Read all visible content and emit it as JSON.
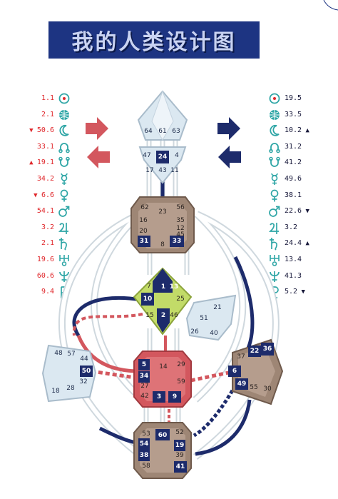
{
  "header": {
    "title": "我的人类设计图"
  },
  "design_column": {
    "rows": [
      {
        "planet": "sun-icon",
        "value": "1.1",
        "arrow": ""
      },
      {
        "planet": "earth-icon",
        "value": "2.1",
        "arrow": ""
      },
      {
        "planet": "moon-icon",
        "value": "50.6",
        "arrow": "▼"
      },
      {
        "planet": "north-node-icon",
        "value": "33.1",
        "arrow": ""
      },
      {
        "planet": "south-node-icon",
        "value": "19.1",
        "arrow": "▲"
      },
      {
        "planet": "mercury-icon",
        "value": "34.2",
        "arrow": ""
      },
      {
        "planet": "venus-icon",
        "value": "6.6",
        "arrow": "▼"
      },
      {
        "planet": "mars-icon",
        "value": "54.1",
        "arrow": ""
      },
      {
        "planet": "jupiter-icon",
        "value": "3.2",
        "arrow": ""
      },
      {
        "planet": "saturn-icon",
        "value": "2.1",
        "arrow": ""
      },
      {
        "planet": "uranus-icon",
        "value": "19.6",
        "arrow": ""
      },
      {
        "planet": "neptune-icon",
        "value": "60.6",
        "arrow": ""
      },
      {
        "planet": "pluto-icon",
        "value": "9.4",
        "arrow": ""
      }
    ]
  },
  "personality_column": {
    "rows": [
      {
        "planet": "sun-icon",
        "value": "19.5",
        "arrow": ""
      },
      {
        "planet": "earth-icon",
        "value": "33.5",
        "arrow": ""
      },
      {
        "planet": "moon-icon",
        "value": "10.2",
        "arrow": "▲"
      },
      {
        "planet": "north-node-icon",
        "value": "31.2",
        "arrow": ""
      },
      {
        "planet": "south-node-icon",
        "value": "41.2",
        "arrow": ""
      },
      {
        "planet": "mercury-icon",
        "value": "49.6",
        "arrow": ""
      },
      {
        "planet": "venus-icon",
        "value": "38.1",
        "arrow": ""
      },
      {
        "planet": "mars-icon",
        "value": "22.6",
        "arrow": "▼"
      },
      {
        "planet": "jupiter-icon",
        "value": "3.2",
        "arrow": ""
      },
      {
        "planet": "saturn-icon",
        "value": "24.4",
        "arrow": "▲"
      },
      {
        "planet": "uranus-icon",
        "value": "13.4",
        "arrow": ""
      },
      {
        "planet": "neptune-icon",
        "value": "41.3",
        "arrow": ""
      },
      {
        "planet": "pluto-icon",
        "value": "5.2",
        "arrow": "▼"
      }
    ]
  },
  "colors": {
    "banner": "#1d3482",
    "design": "#e0282c",
    "personality": "#17183a",
    "glyph": "#2fa6a6",
    "activated_gate": "#1d2b6b",
    "head": "#dbe8f1",
    "sacral": "#d3575e",
    "g_center": "#c2db68",
    "motor_brown": "#9e8675"
  },
  "centers": {
    "head": {
      "gates": [
        "64",
        "61",
        "63"
      ],
      "activated": [],
      "defined": false
    },
    "ajna": {
      "gates": [
        "47",
        "24",
        "4",
        "17",
        "43",
        "11"
      ],
      "activated": [
        "24"
      ],
      "defined": false
    },
    "throat": {
      "gates": [
        "62",
        "23",
        "56",
        "16",
        "20",
        "35",
        "12",
        "45",
        "31",
        "8",
        "33"
      ],
      "activated": [
        "31",
        "33"
      ],
      "defined": true
    },
    "g": {
      "gates": [
        "7",
        "1",
        "13",
        "10",
        "25",
        "15",
        "2",
        "46"
      ],
      "activated": [
        "1",
        "13",
        "10",
        "2"
      ],
      "defined": true
    },
    "heart": {
      "gates": [
        "21",
        "51",
        "26",
        "40"
      ],
      "activated": [],
      "defined": false
    },
    "spleen": {
      "gates": [
        "48",
        "57",
        "44",
        "50",
        "18",
        "28",
        "32"
      ],
      "activated": [
        "50"
      ],
      "defined": false
    },
    "sacral": {
      "gates": [
        "5",
        "14",
        "29",
        "34",
        "27",
        "59",
        "42",
        "3",
        "9"
      ],
      "activated": [
        "5",
        "34",
        "3",
        "9"
      ],
      "defined": true
    },
    "solar_plexus": {
      "gates": [
        "37",
        "22",
        "36",
        "6",
        "49",
        "55",
        "30"
      ],
      "activated": [
        "22",
        "36",
        "6",
        "49"
      ],
      "defined": true
    },
    "root": {
      "gates": [
        "53",
        "60",
        "52",
        "54",
        "19",
        "38",
        "39",
        "58",
        "41"
      ],
      "activated": [
        "60",
        "54",
        "19",
        "38",
        "41"
      ],
      "defined": true
    }
  }
}
